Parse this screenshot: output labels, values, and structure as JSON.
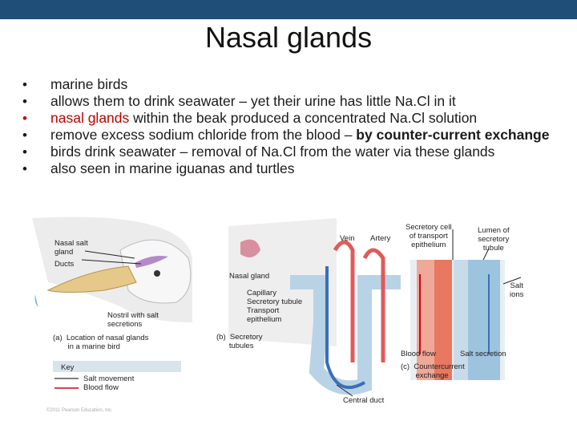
{
  "slide": {
    "title": "Nasal glands",
    "bullets": [
      {
        "text": "marine birds"
      },
      {
        "text": "allows them to drink seawater – yet their urine has little Na.Cl in it"
      },
      {
        "red": "nasal glands",
        "text": " within the beak produced a concentrated Na.Cl solution"
      },
      {
        "text": "remove excess sodium chloride from the blood – ",
        "bold": "by counter-current exchange"
      },
      {
        "text": "birds drink seawater – removal of Na.Cl from the water via these glands"
      },
      {
        "text": "also seen in marine iguanas and turtles"
      }
    ]
  },
  "figure": {
    "labels": {
      "nasal_salt_gland": "Nasal salt\ngland",
      "ducts": "Ducts",
      "nostril": "Nostril with salt\nsecretions",
      "caption_a": "(a)  Location of nasal glands\n       in a marine bird",
      "key": "Key",
      "salt_movement": "Salt movement",
      "blood_flow_key": "Blood flow",
      "copyright": "©2011 Pearson Education, Inc.",
      "vein": "Vein",
      "artery": "Artery",
      "nasal_gland": "Nasal gland",
      "capillary": "Capillary\nSecretory tubule\nTransport\nepithelium",
      "caption_b": "(b)  Secretory\n      tubules",
      "central_duct": "Central duct",
      "secretory_cell": "Secretory cell\nof transport\nepithelium",
      "lumen": "Lumen of\nsecretory\ntubule",
      "salt_ions": "Salt\nions",
      "blood_flow": "Blood flow",
      "salt_secretion": "Salt secretion",
      "caption_c": "(c)  Countercurrent\n       exchange"
    },
    "colors": {
      "salt_movement": "#555555",
      "blood_flow": "#d0021b",
      "header": "#1f4e79"
    }
  }
}
